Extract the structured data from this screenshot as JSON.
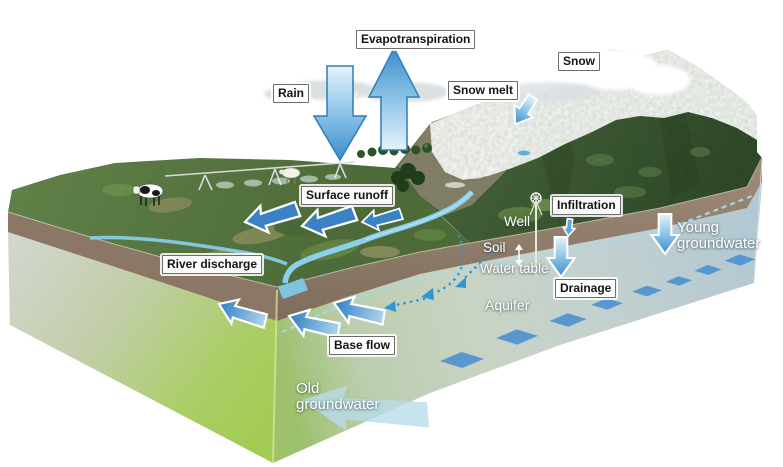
{
  "diagram": {
    "type": "water-cycle-block-diagram",
    "labels": {
      "evapotranspiration": "Evapotranspiration",
      "rain": "Rain",
      "snow": "Snow",
      "snow_melt": "Snow melt",
      "surface_runoff": "Surface runoff",
      "river_discharge": "River discharge",
      "infiltration": "Infiltration",
      "drainage": "Drainage",
      "base_flow": "Base flow",
      "well": "Well",
      "soil": "Soil",
      "water_table": "Water table",
      "aquifer": "Aquifer",
      "young_groundwater": "Young groundwater",
      "old_groundwater": "Old groundwater"
    },
    "icons": {
      "rain_arrow": "down",
      "evapotranspiration_arrow": "up",
      "snow_melt_arrow": "down-left",
      "surface_runoff_arrows": "left",
      "infiltration_arrow": "down",
      "drainage_arrow": "down",
      "young_groundwater_arrow": "down",
      "base_flow_arrows": "up-left",
      "river_discharge_arrow": "down-left",
      "old_groundwater_arrow": "left",
      "groundwater_flow_diamonds": 8
    },
    "colors": {
      "arrow_blue": "#3f8fd0",
      "arrow_light": "#cfe8f6",
      "soil_brown": "#94816d",
      "aquifer_sage": "#ccd7c8",
      "groundwater_blue_grey": "#b7ccd6",
      "left_face_green": "#a4ce4f",
      "mountain_green": "#31502b",
      "plain_green": "#56753d",
      "river_blue": "#8ccfe9",
      "snow_white": "#ffffff",
      "water_table_dash": "#a5d8f2",
      "diamond_blue": "#4a90d0",
      "label_bg": "#ffffff",
      "label_text": "#141414"
    }
  }
}
